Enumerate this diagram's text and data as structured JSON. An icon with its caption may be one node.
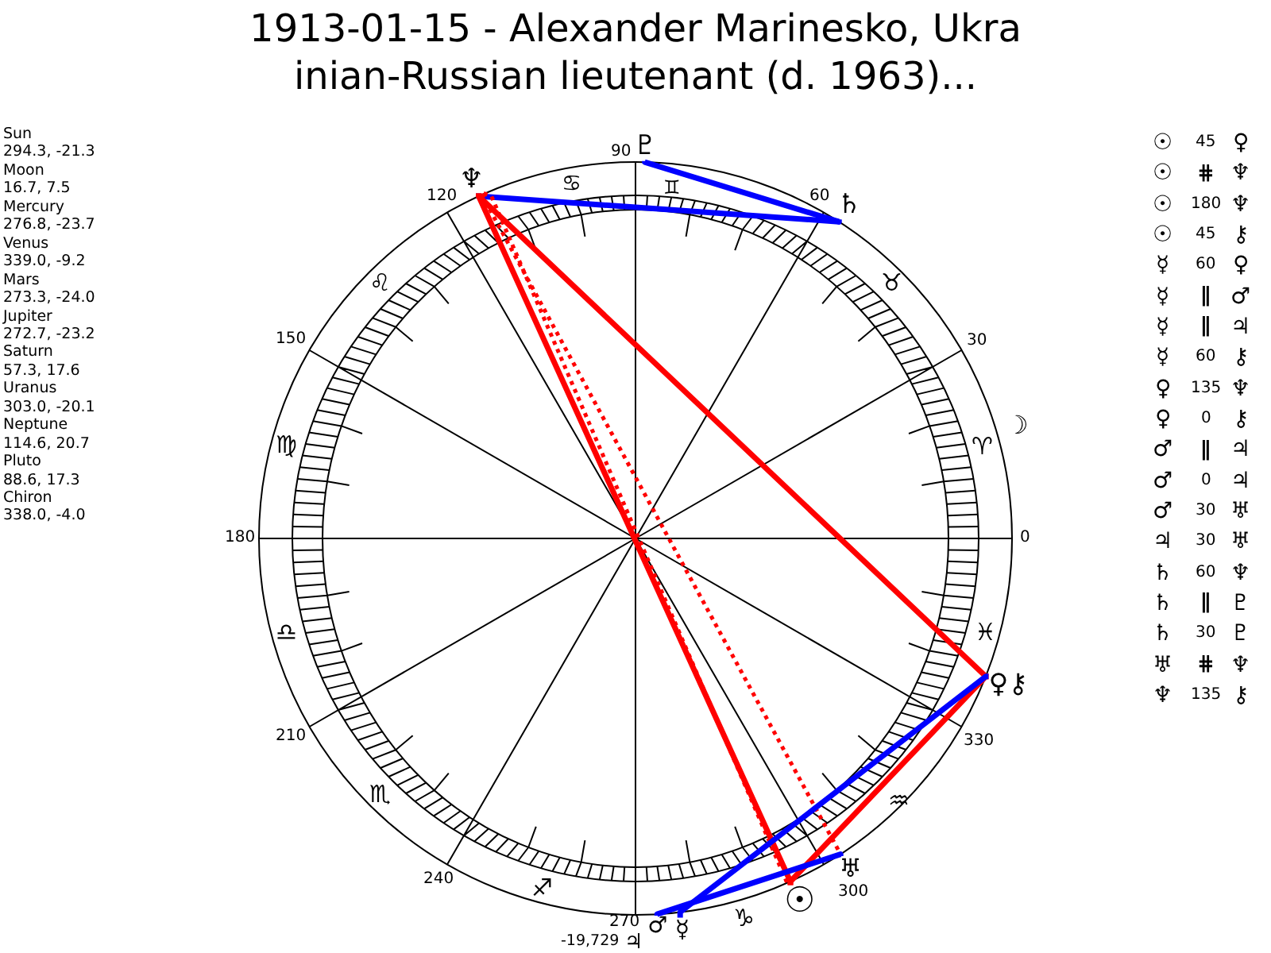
{
  "diagram": {
    "title": "1913-01-15 - Alexander Marinesko, Ukra inian-Russian lieutenant (d. 1963)...",
    "nodes": [
      {
        "text": [
          "♇"
        ]
      },
      {
        "text": [
          "♆"
        ]
      },
      {
        "text": [
          "♄"
        ]
      },
      {
        "text": [
          "♀",
          "⚷"
        ]
      },
      {
        "text": [
          "♅"
        ]
      },
      {
        "text": [
          "☉"
        ]
      },
      {
        "text": [
          "♂"
        ]
      },
      {
        "text": [
          "☿"
        ]
      }
    ],
    "edges": [
      {
        "from": 0,
        "to": 2,
        "arrow": "none",
        "color": "#0000ff"
      },
      {
        "from": 1,
        "to": 2,
        "arrow": "none",
        "color": "#0000ff"
      },
      {
        "from": 1,
        "to": 3,
        "arrow": "none"
      },
      {
        "from": 1,
        "to": 5,
        "arrow": "none"
      },
      {
        "from": 1,
        "to": 5,
        "arrow": "none",
        "style": "dashed"
      },
      {
        "from": 1,
        "to": 4,
        "arrow": "none",
        "style": "dashed"
      },
      {
        "from": 5,
        "to": 3,
        "arrow": "none"
      },
      {
        "from": 7,
        "to": 3,
        "arrow": "none",
        "color": "#0000ff"
      },
      {
        "from": 6,
        "to": 4,
        "arrow": "none",
        "color": "#0000ff"
      }
    ],
    "labels": [
      "Sun",
      "294.3, -21.3",
      "Moon",
      "16.7, 7.5",
      "Mercury",
      "276.8, -23.7",
      "Venus",
      "339.0, -9.2",
      "Mars",
      "273.3, -24.0",
      "Jupiter",
      "272.7, -23.2",
      "Saturn",
      "57.3, 17.6",
      "Uranus",
      "303.0, -20.1",
      "Neptune",
      "114.6, 20.7",
      "Pluto",
      "88.6, 17.3",
      "Chiron",
      "338.0, -4.0",
      "0",
      "30",
      "60",
      "90",
      "120",
      "150",
      "180",
      "210",
      "240",
      "270",
      "300",
      "330",
      "♈",
      "♉",
      "♋",
      "♊",
      "♌",
      "♍",
      "♎",
      "♏",
      "♐",
      "♑",
      "♒",
      "♓",
      "☽",
      "-19,729",
      "♃",
      "☉",
      "45",
      "♀",
      "☉",
      "⋕",
      "♆",
      "☉",
      "180",
      "♆",
      "☉",
      "45",
      "⚷",
      "☿",
      "60",
      "♀",
      "☿",
      "∥",
      "♂",
      "☿",
      "∥",
      "♃",
      "☿",
      "60",
      "⚷",
      "♀",
      "135",
      "♆",
      "♀",
      "0",
      "⚷",
      "♂",
      "∥",
      "♃",
      "♂",
      "0",
      "♃",
      "♂",
      "30",
      "♅",
      "♃",
      "30",
      "♅",
      "♄",
      "60",
      "♆",
      "♄",
      "∥",
      "♇",
      "♄",
      "30",
      "♇",
      "♅",
      "⋕",
      "♆",
      "♆",
      "135",
      "⚷"
    ]
  }
}
